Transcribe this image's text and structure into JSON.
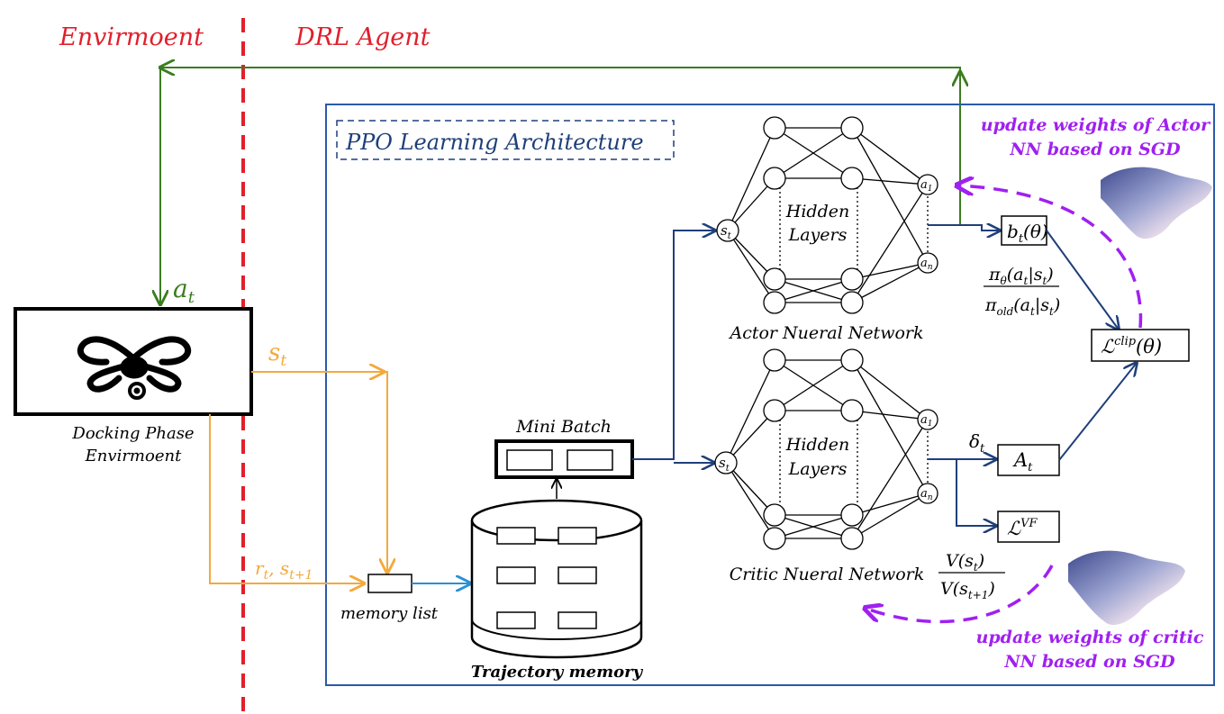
{
  "labels": {
    "environment": "Envirmoent",
    "agent": "DRL Agent",
    "ppo_title": "PPO Learning Architecture",
    "docking_line1": "Docking Phase",
    "docking_line2": "Envirmoent",
    "hidden1": "Hidden",
    "layers1": "Layers",
    "hidden2": "Hidden",
    "layers2": "Layers",
    "actor_nn": "Actor Nueral Network",
    "critic_nn": "Critic Nueral Network",
    "mini_batch": "Mini Batch",
    "memory_list": "memory list",
    "trajectory_memory": "Trajectory memory",
    "update_actor_1": "update weights of  Actor",
    "update_actor_2": "NN  based on SGD",
    "update_critic_1": "update weights of  critic",
    "update_critic_2": "NN  based on SGD"
  },
  "math": {
    "a_t": "a",
    "a_t_sub": "t",
    "s_t": "s",
    "s_t_sub": "t",
    "reward_r": "r",
    "reward_r_sub": "t",
    "reward_sep": ", ",
    "reward_s": "s",
    "reward_s_sub": "t+1",
    "b_t": "b",
    "b_t_sub": "t",
    "b_t_arg": "(θ)",
    "pi_theta": "π",
    "pi_theta_sub": "θ",
    "pi_theta_arg": "(a",
    "pi_theta_arg_sub": "t",
    "pi_theta_arg_end": "|s",
    "pi_theta_arg_end_sub": "t",
    "pi_theta_close": ")",
    "pi_old": "π",
    "pi_old_sub": "old",
    "pi_old_arg": "(a",
    "pi_old_arg_sub": "t",
    "pi_old_arg_end": "|s",
    "pi_old_arg_end_sub": "t",
    "pi_old_close": ")",
    "l_clip": "ℒ",
    "l_clip_sup": "clip",
    "l_clip_arg": "(θ)",
    "delta": "δ",
    "delta_sub": "t",
    "A": "A",
    "A_sub": "t",
    "l_vf": "ℒ",
    "l_vf_sup": "VF",
    "v_num": "V(s",
    "v_num_sub": "t",
    "v_num_close": ")",
    "v_den": "V(s",
    "v_den_sub": "t+1",
    "v_den_close": ")",
    "node_s": "s",
    "node_s_sub": "t",
    "node_a1": "a",
    "node_a1_sub": "1",
    "node_an": "a",
    "node_an_sub": "n"
  },
  "colors": {
    "red": "#e0202c",
    "green": "#3a7d1f",
    "orange": "#f4a93c",
    "navy": "#1f3f7a",
    "blue_arrow": "#2a8fd6",
    "purple": "#a020f0",
    "frame": "#2b5aa8"
  }
}
